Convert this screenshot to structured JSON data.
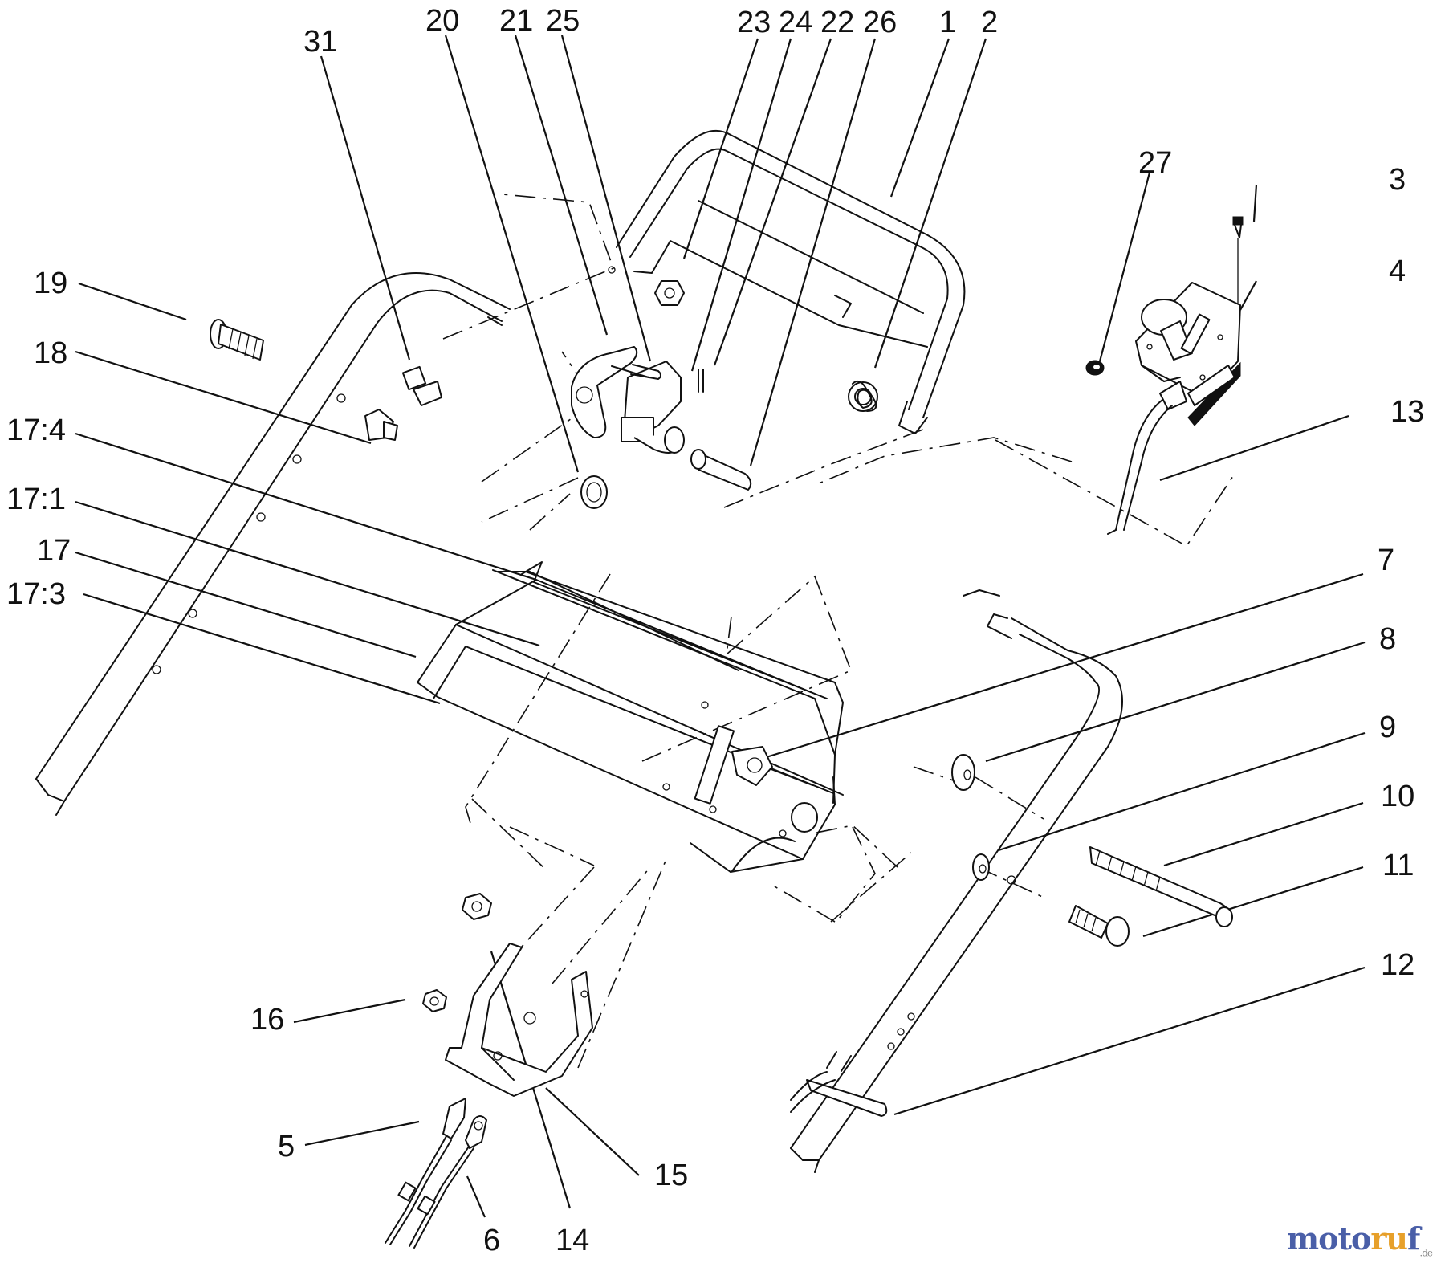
{
  "callouts": {
    "c31": "31",
    "c20": "20",
    "c21": "21",
    "c25": "25",
    "c23": "23",
    "c24": "24",
    "c22": "22",
    "c26": "26",
    "c1": "1",
    "c2": "2",
    "c27": "27",
    "c3": "3",
    "c4": "4",
    "c13": "13",
    "c19": "19",
    "c18": "18",
    "c17_4": "17:4",
    "c17_1": "17:1",
    "c17": "17",
    "c17_3": "17:3",
    "c7": "7",
    "c8": "8",
    "c9": "9",
    "c10": "10",
    "c11": "11",
    "c12": "12",
    "c16": "16",
    "c15": "15",
    "c5": "5",
    "c6": "6",
    "c14": "14"
  },
  "watermark": {
    "part_a": "moto",
    "part_b": "ru",
    "part_c": "f",
    "suffix": ".de"
  },
  "colors": {
    "line": "#111111",
    "background": "#ffffff",
    "brand_blue": "#4a5fa8",
    "brand_orange": "#e7a02a"
  }
}
